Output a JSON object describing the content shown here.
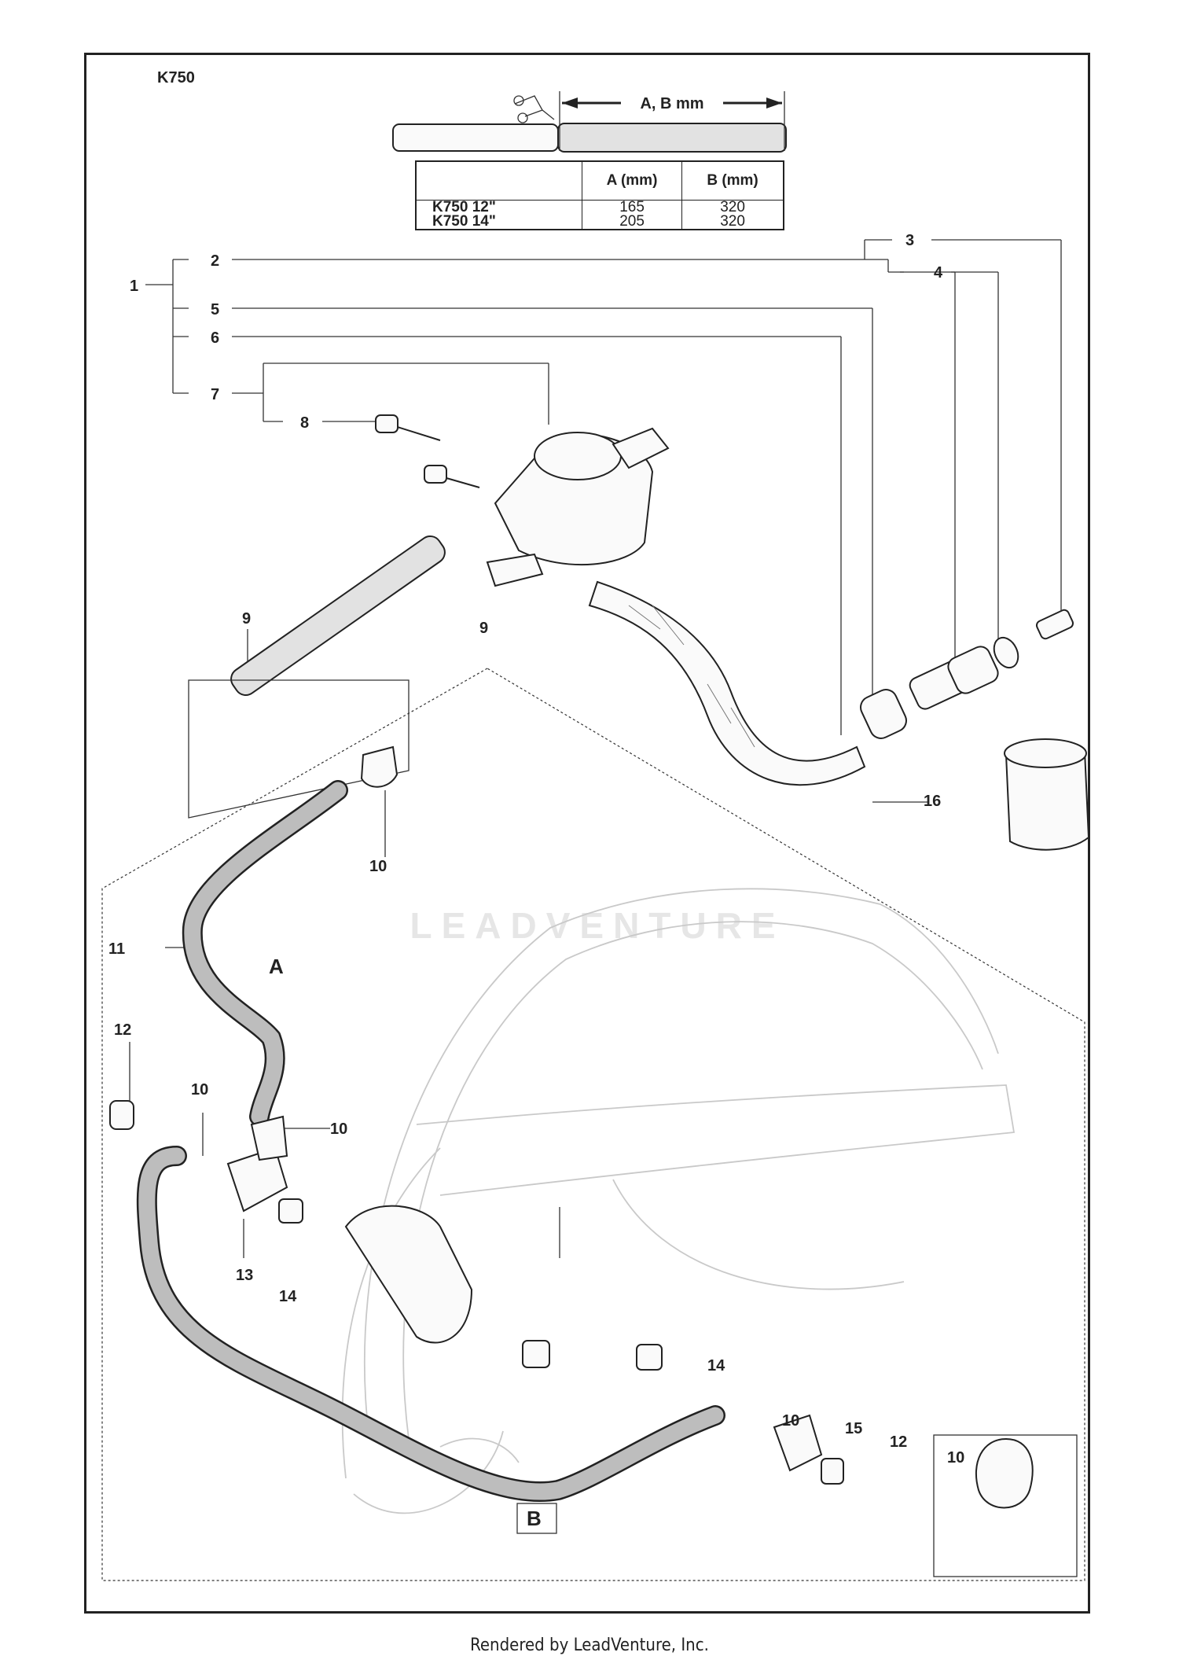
{
  "model": "K750",
  "measure_label": "A, B mm",
  "spec_table": {
    "headers": [
      "",
      "A (mm)",
      "B (mm)"
    ],
    "rows": [
      {
        "model": "K750 12\"",
        "a": "165",
        "b": "320"
      },
      {
        "model": "K750 14\"",
        "a": "205",
        "b": "320"
      }
    ]
  },
  "callouts": {
    "c1": "1",
    "c2": "2",
    "c3": "3",
    "c4": "4",
    "c5": "5",
    "c6": "6",
    "c7": "7",
    "c8": "8",
    "c9a": "9",
    "c9b": "9",
    "c10a": "10",
    "c10b": "10",
    "c10c": "10",
    "c10d": "10",
    "c10e": "10",
    "c11": "11",
    "c12a": "12",
    "c12b": "12",
    "c13": "13",
    "c14a": "14",
    "c14b": "14",
    "c15": "15",
    "c16": "16"
  },
  "hose_labels": {
    "a": "A",
    "b": "B"
  },
  "watermark": "LEADVENTURE",
  "footer": "Rendered by LeadVenture, Inc."
}
